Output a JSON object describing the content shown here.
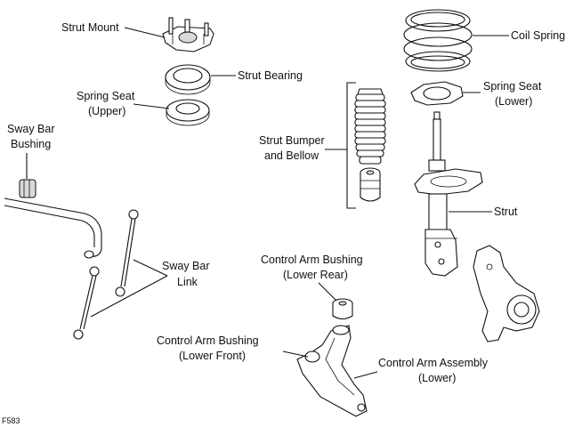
{
  "labels": {
    "strut_mount": "Strut Mount",
    "strut_bearing": "Strut Bearing",
    "spring_seat_upper_1": "Spring Seat",
    "spring_seat_upper_2": "(Upper)",
    "sway_bar_bushing_1": "Sway Bar",
    "sway_bar_bushing_2": "Bushing",
    "coil_spring": "Coil Spring",
    "spring_seat_lower_1": "Spring Seat",
    "spring_seat_lower_2": "(Lower)",
    "strut_bumper_1": "Strut Bumper",
    "strut_bumper_2": "and Bellow",
    "strut": "Strut",
    "sway_bar_link_1": "Sway Bar",
    "sway_bar_link_2": "Link",
    "ca_bushing_rear_1": "Control Arm Bushing",
    "ca_bushing_rear_2": "(Lower Rear)",
    "ca_bushing_front_1": "Control Arm Bushing",
    "ca_bushing_front_2": "(Lower Front)",
    "ca_assembly_1": "Control Arm Assembly",
    "ca_assembly_2": "(Lower)"
  },
  "figure_code": "F583"
}
